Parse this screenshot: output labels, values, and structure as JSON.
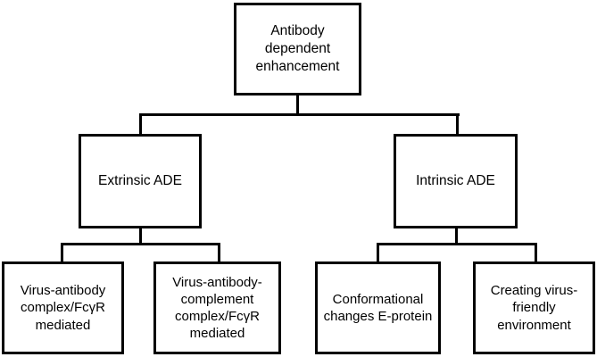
{
  "diagram": {
    "type": "tree-flowchart",
    "title_node": {
      "id": "root",
      "label": "Antibody dependent enhancement"
    },
    "branches": [
      {
        "id": "extrinsic",
        "label": "Extrinsic ADE",
        "children": [
          {
            "id": "leaf-0",
            "label": "Virus-antibody complex/FcγR mediated"
          },
          {
            "id": "leaf-1",
            "label": "Virus-antibody-complement complex/FcγR mediated"
          }
        ]
      },
      {
        "id": "intrinsic",
        "label": "Intrinsic ADE",
        "children": [
          {
            "id": "leaf-2",
            "label": "Conformational changes E-protein"
          },
          {
            "id": "leaf-3",
            "label": "Creating virus-friendly environment"
          }
        ]
      }
    ],
    "style": {
      "box_border_color": "#000000",
      "box_fill_color": "#ffffff",
      "connector_color": "#000000",
      "text_color": "#000000",
      "background_color": "#ffffff"
    }
  }
}
